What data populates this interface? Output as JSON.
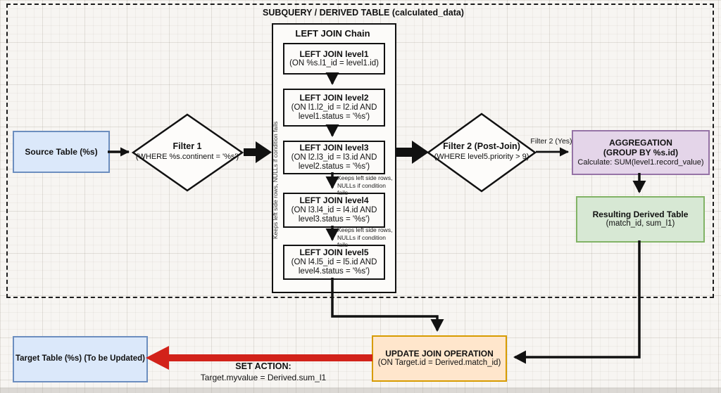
{
  "title": "SUBQUERY / DERIVED TABLE (calculated_data)",
  "nodes": {
    "source": {
      "label": "Source Table (%s)"
    },
    "filter1": {
      "title": "Filter 1",
      "condition": "(WHERE %s.continent = '%s')"
    },
    "filter2": {
      "title": "Filter 2 (Post-Join)",
      "condition": "(WHERE level5.priority > 9)"
    },
    "aggregation": {
      "title": "AGGREGATION\n(GROUP BY %s.id)",
      "detail": "Calculate: SUM(level1.record_value)"
    },
    "resulting": {
      "title": "Resulting Derived Table",
      "detail": "(match_id, sum_l1)"
    },
    "update": {
      "title": "UPDATE JOIN OPERATION",
      "detail": "(ON Target.id = Derived.match_id)"
    },
    "target": {
      "label": "Target Table (%s) (To be Updated)"
    }
  },
  "chain": {
    "title": "LEFT JOIN Chain",
    "side_note": "Keeps left side rows, NULLs if condition fails",
    "join_note": "Keeps left side rows,\nNULLs if condition fails",
    "steps": [
      {
        "title": "LEFT JOIN level1",
        "condition": "(ON %s.l1_id = level1.id)"
      },
      {
        "title": "LEFT JOIN level2",
        "condition": "(ON l1.l2_id = l2.id AND\nlevel1.status = '%s')"
      },
      {
        "title": "LEFT JOIN level3",
        "condition": "(ON l2.l3_id = l3.id AND\nlevel2.status = '%s')"
      },
      {
        "title": "LEFT JOIN level4",
        "condition": "(ON l3.l4_id = l4.id AND\nlevel3.status = '%s')"
      },
      {
        "title": "LEFT JOIN level5",
        "condition": "(ON l4.l5_id = l5.id AND\nlevel4.status = '%s')"
      }
    ]
  },
  "labels": {
    "filter2_yes": "Filter 2 (Yes)",
    "set_action_title": "SET ACTION:",
    "set_action_detail": "Target.myvalue = Derived.sum_l1"
  },
  "colors": {
    "blue_fill": "#dbe8fa",
    "blue_border": "#6c8ebf",
    "purple_fill": "#e4d5e9",
    "purple_border": "#9673a6",
    "green_fill": "#d7e8d4",
    "green_border": "#82b366",
    "orange_fill": "#ffe6cc",
    "orange_border": "#d79b00",
    "red_arrow": "#d2221a",
    "line": "#111111"
  }
}
